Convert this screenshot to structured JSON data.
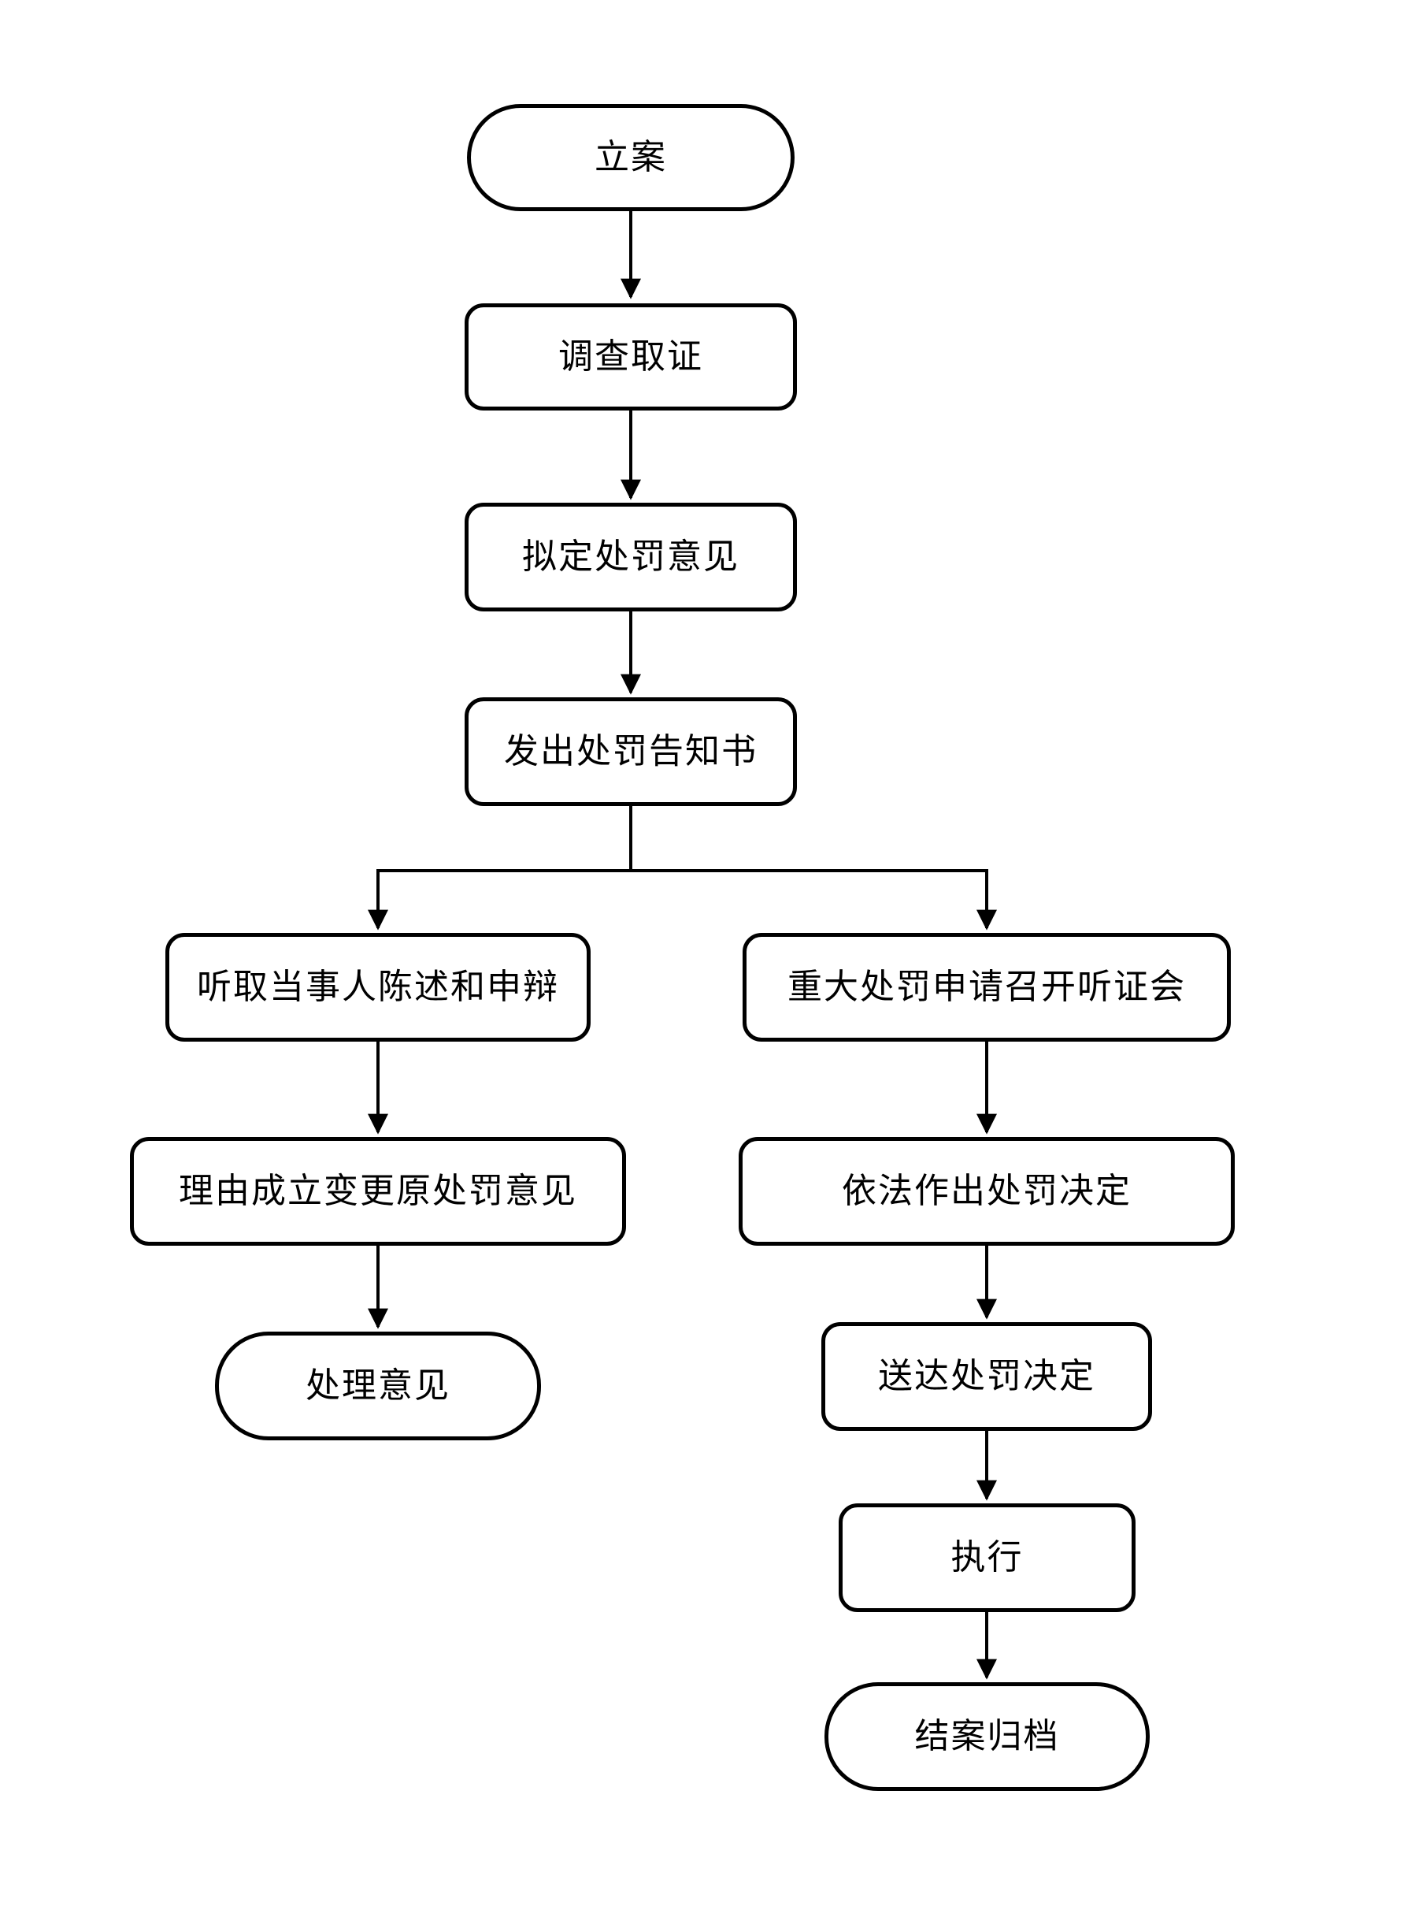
{
  "diagram": {
    "type": "flowchart",
    "direction": "top-down",
    "colors": {
      "stroke": "#000000",
      "node_fill": "#ffffff",
      "text": "#000000",
      "background": "#ffffff"
    },
    "nodes": [
      {
        "id": "case_filing",
        "label": "立案",
        "shape": "terminator"
      },
      {
        "id": "investigation",
        "label": "调查取证",
        "shape": "process"
      },
      {
        "id": "draft_penalty_opinion",
        "label": "拟定处罚意见",
        "shape": "process"
      },
      {
        "id": "issue_penalty_notice",
        "label": "发出处罚告知书",
        "shape": "process"
      },
      {
        "id": "hear_statement_defense",
        "label": "听取当事人陈述和申辩",
        "shape": "process"
      },
      {
        "id": "major_penalty_hearing",
        "label": "重大处罚申请召开听证会",
        "shape": "process"
      },
      {
        "id": "change_original_opinion",
        "label": "理由成立变更原处罚意见",
        "shape": "process"
      },
      {
        "id": "make_penalty_decision",
        "label": "依法作出处罚决定",
        "shape": "process"
      },
      {
        "id": "handling_opinion",
        "label": "处理意见",
        "shape": "terminator"
      },
      {
        "id": "deliver_penalty_decision",
        "label": "送达处罚决定",
        "shape": "process"
      },
      {
        "id": "execution",
        "label": "执行",
        "shape": "process"
      },
      {
        "id": "close_and_archive",
        "label": "结案归档",
        "shape": "terminator"
      }
    ],
    "edges": [
      {
        "from": "case_filing",
        "to": "investigation"
      },
      {
        "from": "investigation",
        "to": "draft_penalty_opinion"
      },
      {
        "from": "draft_penalty_opinion",
        "to": "issue_penalty_notice"
      },
      {
        "from": "issue_penalty_notice",
        "to": "hear_statement_defense"
      },
      {
        "from": "issue_penalty_notice",
        "to": "major_penalty_hearing"
      },
      {
        "from": "hear_statement_defense",
        "to": "change_original_opinion"
      },
      {
        "from": "change_original_opinion",
        "to": "handling_opinion"
      },
      {
        "from": "major_penalty_hearing",
        "to": "make_penalty_decision"
      },
      {
        "from": "make_penalty_decision",
        "to": "deliver_penalty_decision"
      },
      {
        "from": "deliver_penalty_decision",
        "to": "execution"
      },
      {
        "from": "execution",
        "to": "close_and_archive"
      }
    ]
  }
}
